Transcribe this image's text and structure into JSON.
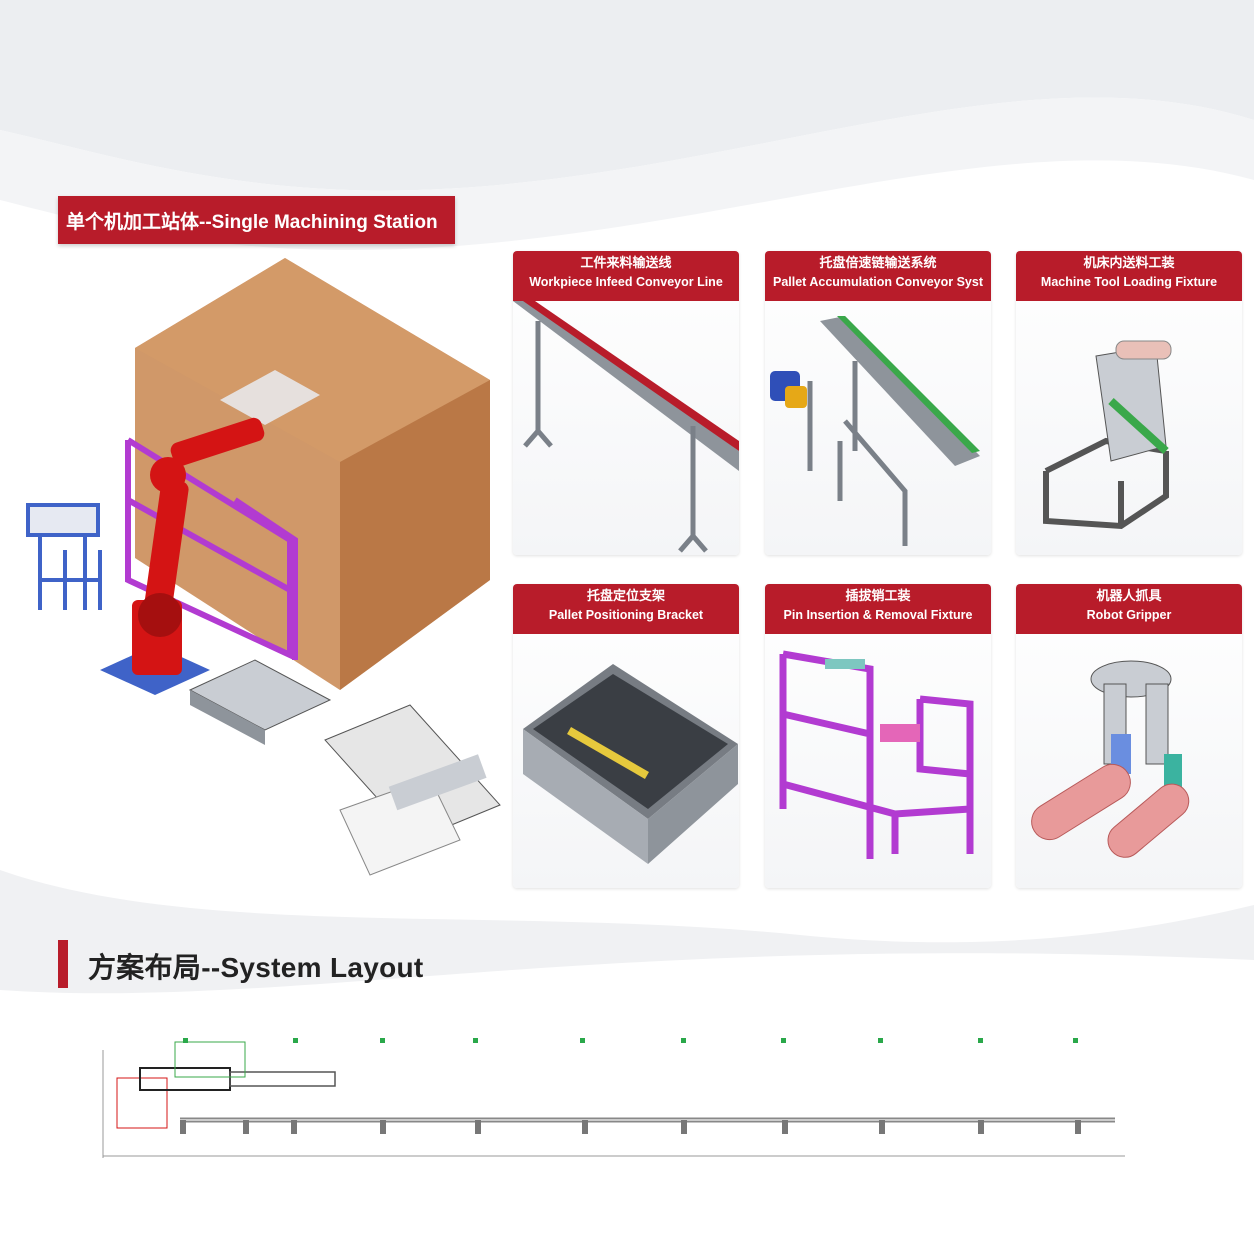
{
  "section_single": {
    "title": "单个机加工站体--Single Machining Station"
  },
  "cards": [
    {
      "zh": "工件来料输送线",
      "en": "Workpiece Infeed Conveyor Line"
    },
    {
      "zh": "托盘倍速链输送系统",
      "en": "Pallet Accumulation Conveyor Syst"
    },
    {
      "zh": "机床内送料工装",
      "en": "Machine Tool Loading Fixture"
    },
    {
      "zh": "托盘定位支架",
      "en": "Pallet Positioning Bracket"
    },
    {
      "zh": "插拔销工装",
      "en": "Pin Insertion & Removal Fixture"
    },
    {
      "zh": "机器人抓具",
      "en": "Robot Gripper"
    }
  ],
  "section_layout": {
    "title": "方案布局--System Layout"
  },
  "colors": {
    "accent_red": "#b81c2a",
    "frame_magenta": "#b23bd1",
    "robot_red": "#d41414",
    "enclosure_orange": "#c8864f",
    "aluminum_gray": "#a7acb3"
  },
  "icons": [
    "robot-arm-icon",
    "enclosure-box-icon",
    "conveyor-icon",
    "fixture-icon",
    "gripper-icon",
    "agv-icon"
  ]
}
